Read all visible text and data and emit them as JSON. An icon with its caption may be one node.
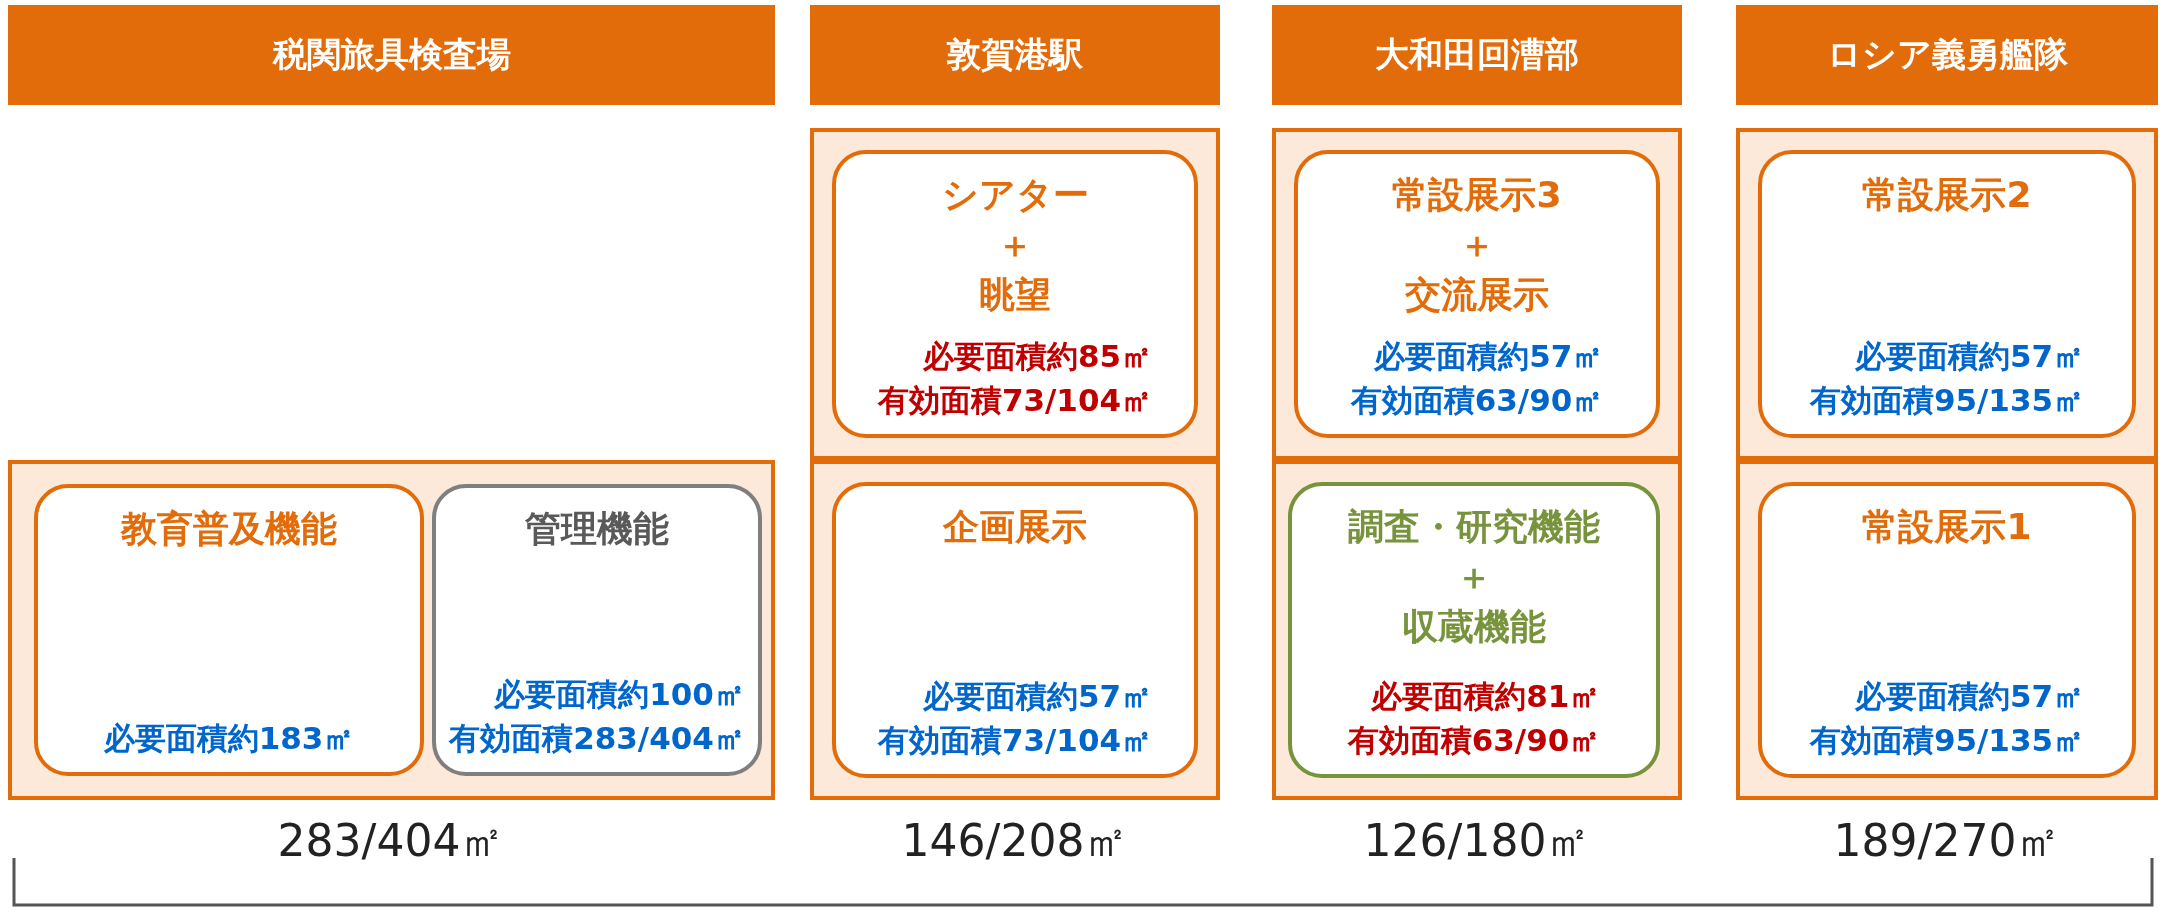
{
  "diagram": {
    "nodes": [
      {
        "text": [
          "税関旅具検査場"
        ]
      },
      {
        "text": [
          "敦賀港駅"
        ]
      },
      {
        "text": [
          "大和田回漕部"
        ]
      },
      {
        "text": [
          "ロシア義勇艦隊"
        ]
      },
      {
        "text": [],
        "shape": "box"
      },
      {
        "text": [
          "教育普及機能",
          "必要面積約183㎡"
        ],
        "in": 4
      },
      {
        "text": [
          "管理機能",
          "必要面積約100㎡",
          "有効面積283/404㎡"
        ],
        "in": 4
      },
      {
        "text": [],
        "shape": "box"
      },
      {
        "text": [
          "シアター",
          "＋",
          "眺望",
          "必要面積約85㎡",
          "有効面積73/104㎡"
        ],
        "in": 7
      },
      {
        "text": [],
        "shape": "box"
      },
      {
        "text": [
          "企画展示",
          "必要面積約57㎡",
          "有効面積73/104㎡"
        ],
        "in": 9
      },
      {
        "text": [],
        "shape": "box"
      },
      {
        "text": [
          "常設展示3",
          "＋",
          "交流展示",
          "必要面積約57㎡",
          "有効面積63/90㎡"
        ],
        "in": 11
      },
      {
        "text": [],
        "shape": "box"
      },
      {
        "text": [
          "調査・研究機能",
          "＋",
          "収蔵機能",
          "必要面積約81㎡",
          "有効面積63/90㎡"
        ],
        "in": 13
      },
      {
        "text": [],
        "shape": "box"
      },
      {
        "text": [
          "常設展示2",
          "必要面積約57㎡",
          "有効面積95/135㎡"
        ],
        "in": 15
      },
      {
        "text": [],
        "shape": "box"
      },
      {
        "text": [
          "常設展示1",
          "必要面積約57㎡",
          "有効面積95/135㎡"
        ],
        "in": 17
      }
    ],
    "labels": [
      "283/404㎡",
      "146/208㎡",
      "126/180㎡",
      "189/270㎡"
    ]
  }
}
